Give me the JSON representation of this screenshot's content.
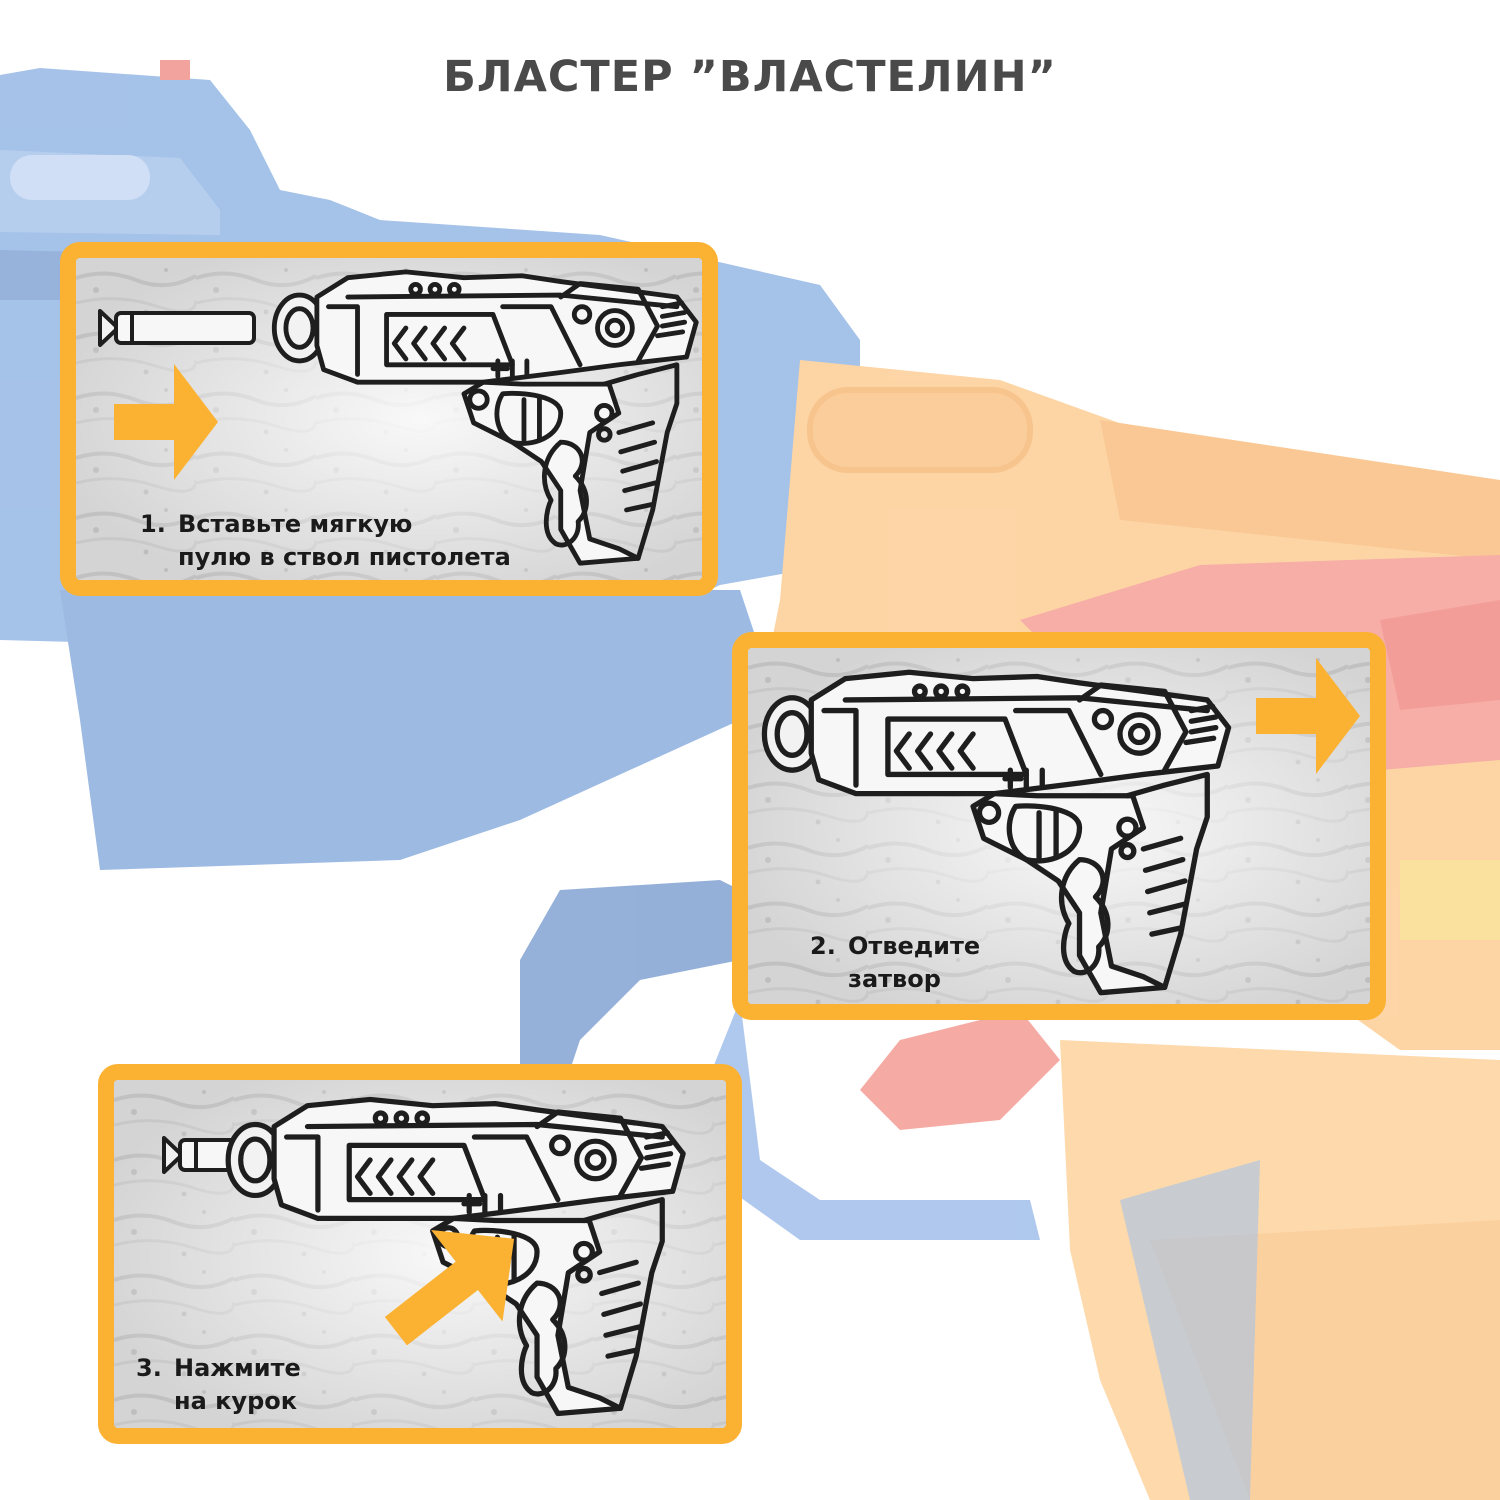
{
  "title": "БЛАСТЕР ”ВЛАСТЕЛИН”",
  "colors": {
    "accent": "#fbb232",
    "title_text": "#4a4a4a",
    "caption_text": "#1a1a1a",
    "background_blue": "#3d76c4",
    "background_orange": "#fba23c",
    "background_red": "#e8463f"
  },
  "steps": [
    {
      "number": "1.",
      "text": "Вставьте мягкую\nпулю в ствол пистолета"
    },
    {
      "number": "2.",
      "text": "Отведите\nзатвор"
    },
    {
      "number": "3.",
      "text": "Нажмите\nна курок"
    }
  ],
  "icons": {
    "pistol": "pistol-drawing",
    "arrow": "orange-arrow",
    "dart": "foam-dart"
  }
}
